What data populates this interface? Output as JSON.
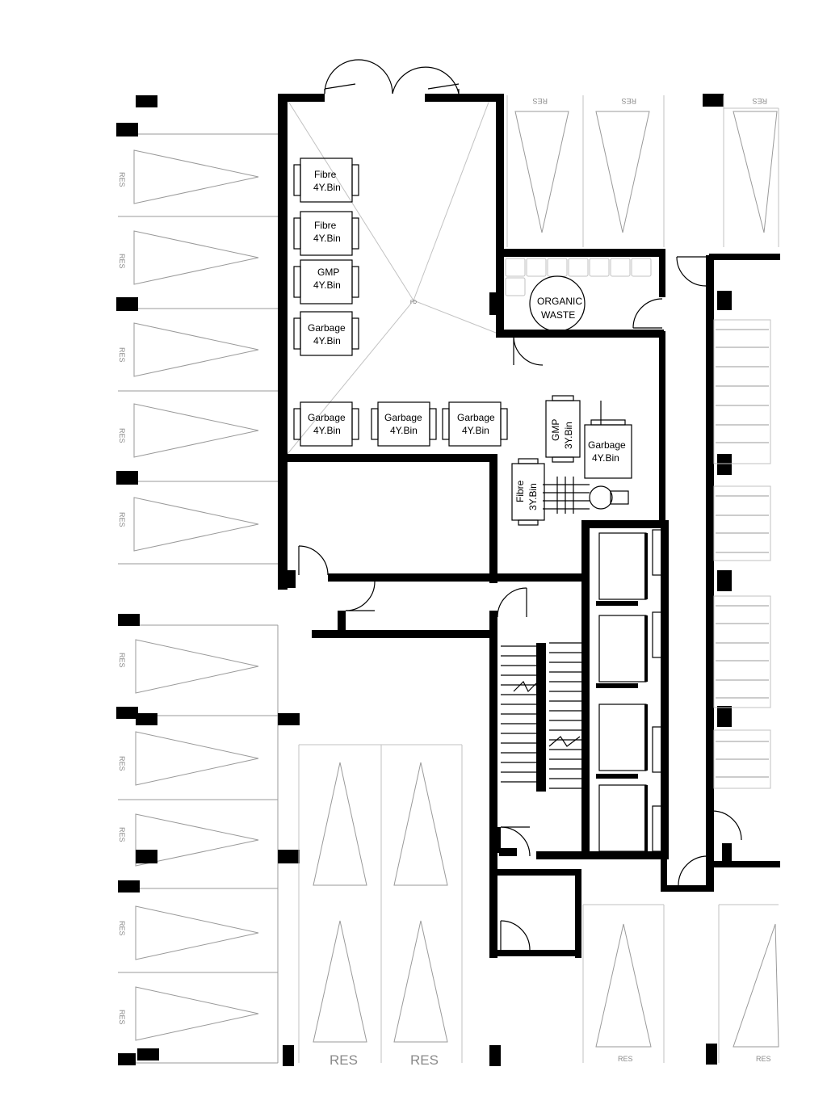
{
  "labels": {
    "res": "RES",
    "fd": "FD",
    "organic_1": "ORGANIC",
    "organic_2": "WASTE"
  },
  "bins": [
    {
      "line1": "Fibre",
      "line2": "4Y.Bin"
    },
    {
      "line1": "Fibre",
      "line2": "4Y.Bin"
    },
    {
      "line1": "GMP",
      "line2": "4Y.Bin"
    },
    {
      "line1": "Garbage",
      "line2": "4Y.Bin"
    },
    {
      "line1": "Garbage",
      "line2": "4Y.Bin"
    },
    {
      "line1": "Garbage",
      "line2": "4Y.Bin"
    },
    {
      "line1": "Garbage",
      "line2": "4Y.Bin"
    },
    {
      "line1": "GMP",
      "line2": "3Y.Bin"
    },
    {
      "line1": "Garbage",
      "line2": "4Y.Bin"
    },
    {
      "line1": "Fibre",
      "line2": "3Y.Bin"
    }
  ]
}
